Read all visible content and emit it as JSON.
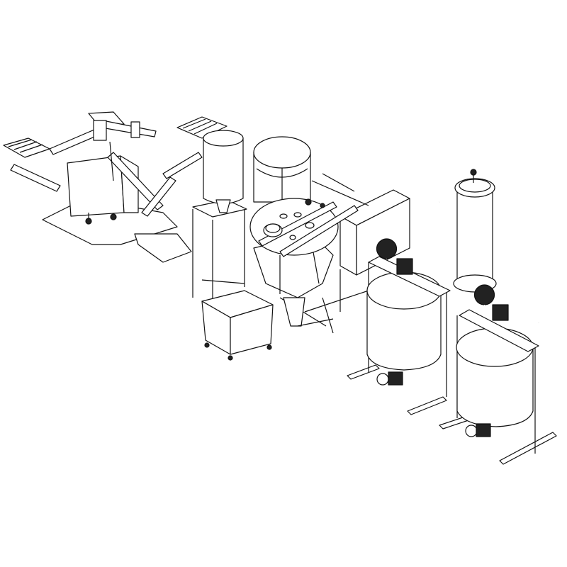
{
  "drawing": {
    "kind": "isometric line drawing of a processing plant line",
    "colors": {
      "line": "#111111",
      "background": "#ffffff"
    },
    "components": [
      "grated-platform-with-ladders",
      "tall-feed-tank-on-stand",
      "wheeled-cart",
      "storage-tank",
      "conical-mixer",
      "control-cabinet",
      "agitator-tank-1",
      "filter-column",
      "agitator-tank-2"
    ]
  }
}
